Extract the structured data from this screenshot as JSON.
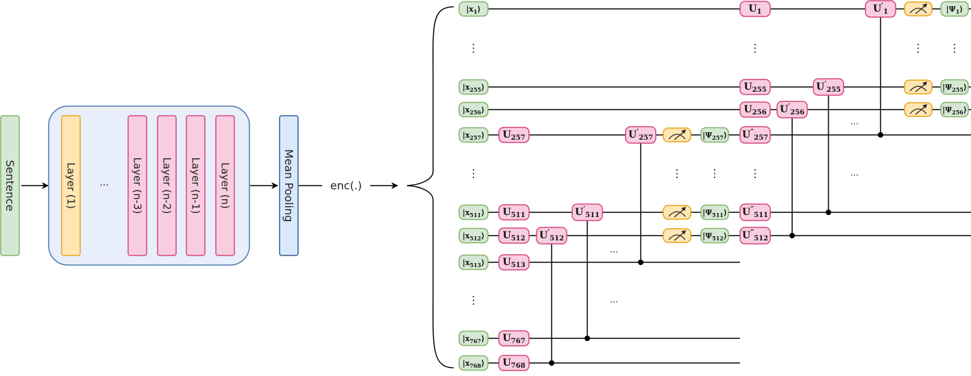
{
  "encoder": {
    "sentence": "Sentence",
    "layers": [
      "Layer (1)",
      "Layer (n-3)",
      "Layer (n-2)",
      "Layer (n-1)",
      "Layer (n)"
    ],
    "ellipsis": "...",
    "pooling": "Mean Pooling",
    "enc_label": "enc(.)"
  },
  "colors": {
    "green_fill": "#d5e8d4",
    "green_stroke": "#82b366",
    "pink_fill": "#f8cddf",
    "pink_stroke": "#d6457e",
    "orange_fill": "#ffe6b3",
    "orange_stroke": "#e8a317",
    "blue_fill": "#dae8fc",
    "blue_stroke": "#2f6190",
    "layer_fill": "#e8eefa",
    "layer_stroke": "#4a79ad",
    "wire": "#000000"
  },
  "circuit": {
    "inputs": [
      "x_1",
      "x_255",
      "x_256",
      "x_257",
      "x_511",
      "x_512",
      "x_513",
      "x_767",
      "x_768"
    ],
    "u_gates": [
      "U_1",
      "U_255",
      "U_256",
      "U_257",
      "U_511",
      "U_512",
      "U_513",
      "U_767",
      "U_768"
    ],
    "u_prime_gates": [
      "U'_1",
      "U'_255",
      "U'_256",
      "U'_257",
      "U'_511",
      "U'_512"
    ],
    "u_double_prime_gates": [
      "U''_257",
      "U''_511",
      "U''_512"
    ],
    "outputs": [
      "Ψ_1",
      "Ψ_255",
      "Ψ_256",
      "Ψ_257",
      "Ψ_511",
      "Ψ_512"
    ],
    "vdots": "⋮",
    "dots": "..."
  }
}
